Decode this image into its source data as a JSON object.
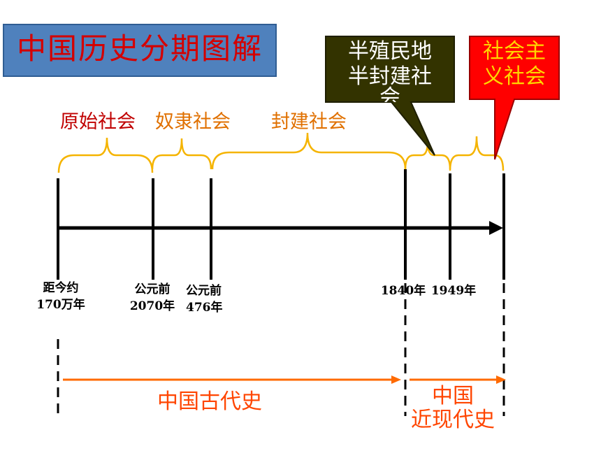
{
  "title": "中国历史分期图解",
  "eras": {
    "primitive": "原始社会",
    "slave": "奴隶社会",
    "feudal": "封建社会"
  },
  "callouts": {
    "semi_colonial_line1": "半殖民地",
    "semi_colonial_line2": "半封建社",
    "semi_colonial_line3": "会",
    "socialist_line1": "社会主",
    "socialist_line2": "义社会"
  },
  "ticks": {
    "t1_line1": "距今约",
    "t1_line2": "170万年",
    "t2_line1": "公元前",
    "t2_line2": "2070年",
    "t3_line1": "公元前",
    "t3_line2": "476年",
    "t4": "1840年",
    "t5": "1949年"
  },
  "periods": {
    "ancient": "中国古代史",
    "modern_line1": "中国",
    "modern_line2": "近现代史"
  },
  "colors": {
    "title_bg": "#4f81bd",
    "title_text": "#d40000",
    "primitive_text": "#c00000",
    "slave_text": "#e07000",
    "feudal_text": "#e07000",
    "brace": "#f5b400",
    "semi_colonial_bg": "#333300",
    "socialist_bg": "#ff0000",
    "socialist_text": "#ffd700",
    "period_arrow": "#ff6a00"
  }
}
